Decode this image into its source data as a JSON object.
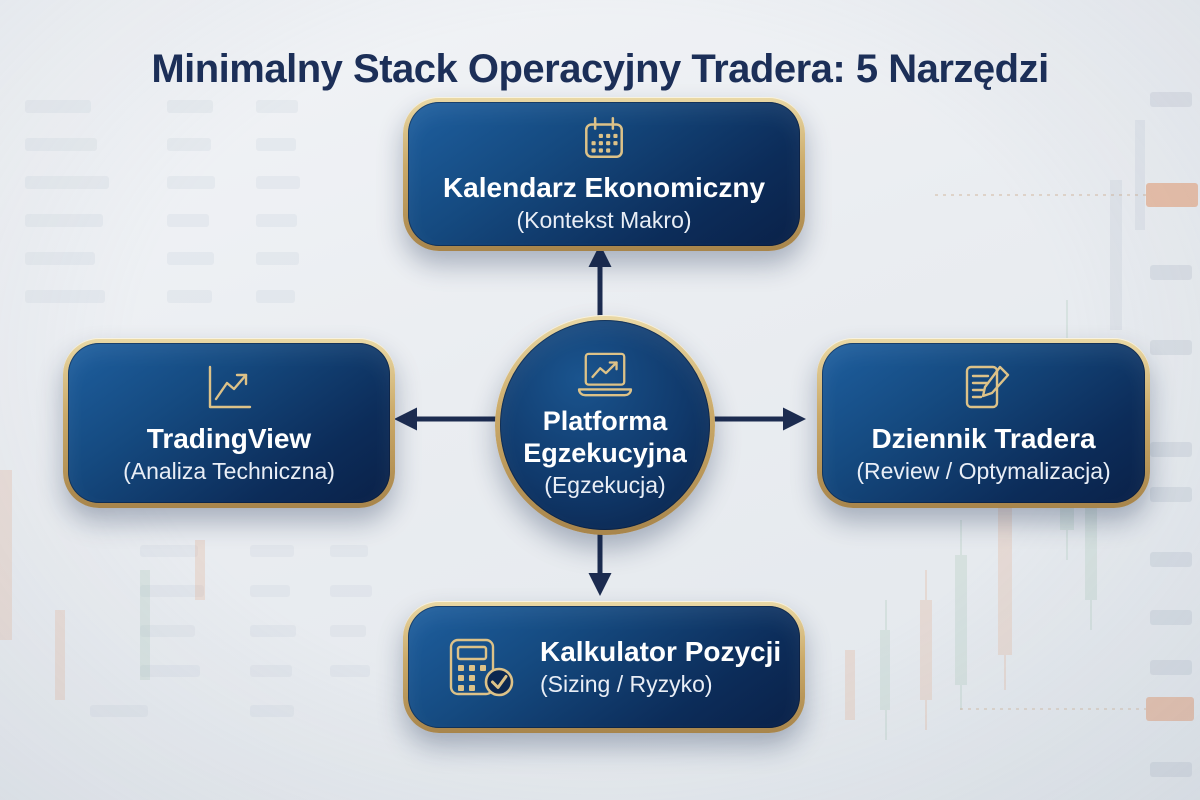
{
  "title": "Minimalny Stack Operacyjny Tradera: 5 Narzędzi",
  "center_node": {
    "title": "Platforma Egzekucyjna",
    "subtitle": "(Egzekucja)",
    "icon": "laptop-trend-chart-icon"
  },
  "nodes": {
    "top": {
      "title": "Kalendarz Ekonomiczny",
      "subtitle": "(Kontekst Makro)",
      "icon": "calendar-icon"
    },
    "left": {
      "title": "TradingView",
      "subtitle": "(Analiza Techniczna)",
      "icon": "trend-line-chart-icon"
    },
    "right": {
      "title": "Dziennik Tradera",
      "subtitle": "(Review / Optymalizacja)",
      "icon": "journal-pencil-icon"
    },
    "bottom": {
      "title": "Kalkulator Pozycji",
      "subtitle": "(Sizing / Ryzyko)",
      "icon": "calculator-check-icon"
    }
  },
  "colors": {
    "title_text": "#1c2f58",
    "node_fill_light": "#1e5f9f",
    "node_fill_dark": "#0a2148",
    "gold_border": "#caa968",
    "icon_gold": "#ddc288",
    "node_text": "#ffffff",
    "arrow": "#1c2c50",
    "background": "#eaedf1",
    "watermark_candle_up": "#7fae92",
    "watermark_candle_down": "#e0804a"
  }
}
